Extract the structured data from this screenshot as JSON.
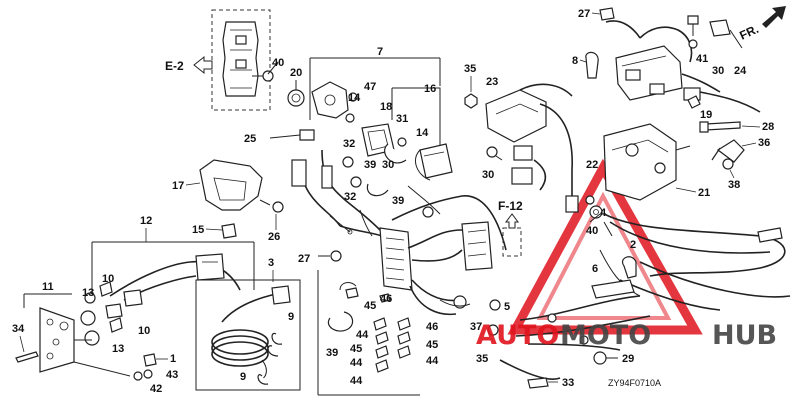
{
  "refs": {
    "e2": "E-2",
    "f12": "F-12",
    "fr": "FR."
  },
  "diagram_code": "ZY94F0710A",
  "watermark": {
    "text_auto": "AUTO",
    "text_moto": "MOTO",
    "text_hub": "HUB",
    "color_red": "#e0141e",
    "color_dark": "#444444"
  },
  "labels": {
    "p1": "1",
    "p2": "2",
    "p3": "3",
    "p4": "4",
    "p5": "5",
    "p6": "6",
    "p7": "7",
    "p8": "8",
    "p9a": "9",
    "p9b": "9",
    "p10a": "10",
    "p10b": "10",
    "p11": "11",
    "p12": "12",
    "p13a": "13",
    "p13b": "13",
    "p14a": "14",
    "p14b": "14",
    "p15": "15",
    "p16": "16",
    "p17": "17",
    "p18": "18",
    "p19": "19",
    "p20": "20",
    "p21": "21",
    "p22": "22",
    "p23": "23",
    "p24": "24",
    "p25": "25",
    "p26": "26",
    "p27a": "27",
    "p27b": "27",
    "p28": "28",
    "p29": "29",
    "p30a": "30",
    "p30b": "30",
    "p31": "31",
    "p32a": "32",
    "p32b": "32",
    "p33": "33",
    "p34": "34",
    "p35a": "35",
    "p35b": "35",
    "p36": "36",
    "p37": "37",
    "p38": "38",
    "p39a": "39",
    "p39b": "39",
    "p39c": "39",
    "p40a": "40",
    "p40b": "40",
    "p41": "41",
    "p42": "42",
    "p43": "43",
    "p44a": "44",
    "p44b": "44",
    "p44c": "44",
    "p44d": "44",
    "p45a": "45",
    "p45b": "45",
    "p45c": "45",
    "p46a": "46",
    "p46b": "46",
    "p47": "47"
  }
}
